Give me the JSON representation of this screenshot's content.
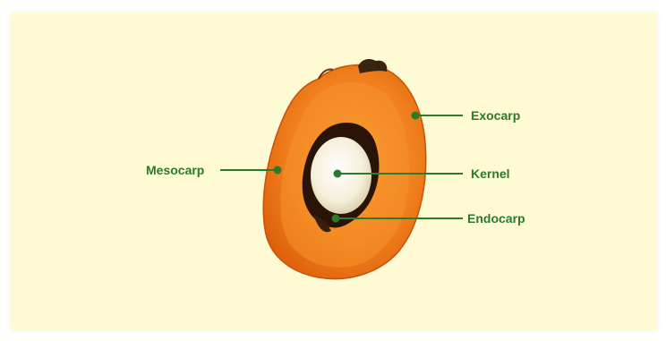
{
  "diagram": {
    "labels": {
      "exocarp": "Exocarp",
      "mesocarp": "Mesocarp",
      "kernel": "Kernel",
      "endocarp": "Endocarp"
    },
    "colors": {
      "background": "#fdfad4",
      "label_text": "#2c7a2c",
      "leader_line": "#2c7a2c",
      "exocarp": "#f07818",
      "mesocarp": "#f59a2a",
      "endocarp": "#2a1408",
      "kernel": "#fbf6ea"
    }
  }
}
